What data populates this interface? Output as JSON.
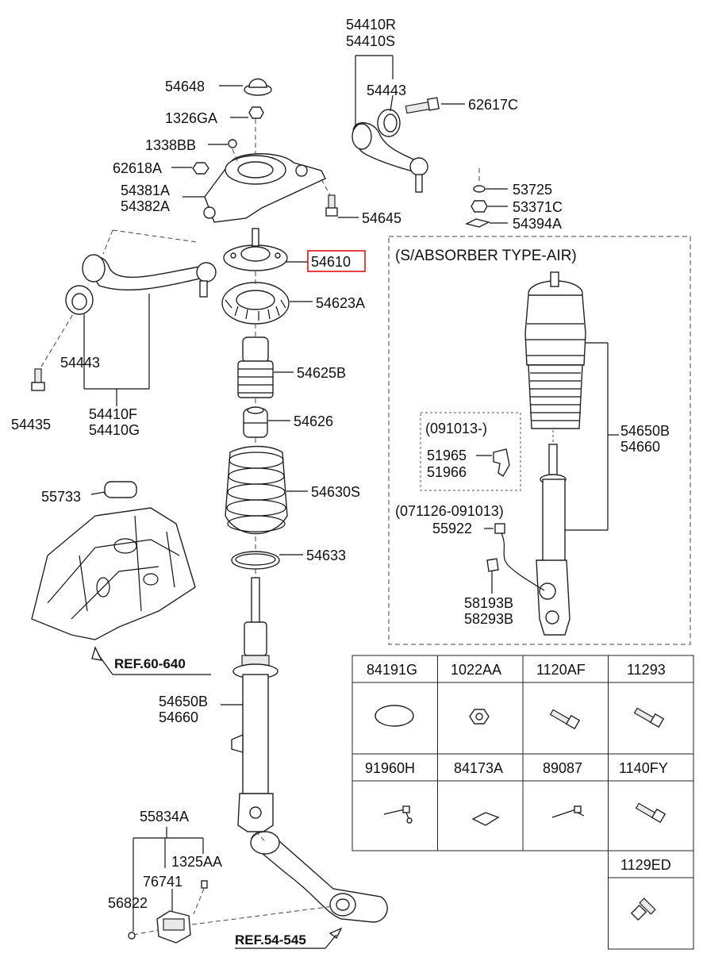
{
  "callouts": {
    "p54410R": "54410R",
    "p54410S": "54410S",
    "p54648": "54648",
    "p54443_top": "54443",
    "p62617C": "62617C",
    "p1326GA": "1326GA",
    "p1338BB": "1338BB",
    "p62618A": "62618A",
    "p54381A": "54381A",
    "p54382A": "54382A",
    "p54645": "54645",
    "p53725": "53725",
    "p53371C": "53371C",
    "p54394A": "54394A",
    "p54610": "54610",
    "p54623A": "54623A",
    "p54443_left": "54443",
    "p54625B": "54625B",
    "p54435": "54435",
    "p54410F": "54410F",
    "p54410G": "54410G",
    "p54626": "54626",
    "p55733": "55733",
    "p54630S": "54630S",
    "p54633": "54633",
    "p54650B_main": "54650B",
    "p54660_main": "54660",
    "p55834A": "55834A",
    "p1325AA": "1325AA",
    "p76741": "76741",
    "p56822": "56822",
    "air_54650B": "54650B",
    "air_54660": "54660",
    "p51965": "51965",
    "p51966": "51966",
    "p55922": "55922",
    "p58193B": "58193B",
    "p58293B": "58293B"
  },
  "refs": {
    "ref_60_640": "REF.60-640",
    "ref_54_545": "REF.54-545"
  },
  "air_section": {
    "title": "(S/ABSORBER TYPE-AIR)",
    "range_a": "(091013-)",
    "range_b": "(071126-091013)"
  },
  "hardware_table": {
    "row1": [
      "84191G",
      "1022AA",
      "1120AF",
      "11293"
    ],
    "row2": [
      "91960H",
      "84173A",
      "89087",
      "1140FY"
    ],
    "extra": "1129ED"
  },
  "highlight_part": "54610",
  "colors": {
    "highlight": "#e01010"
  }
}
